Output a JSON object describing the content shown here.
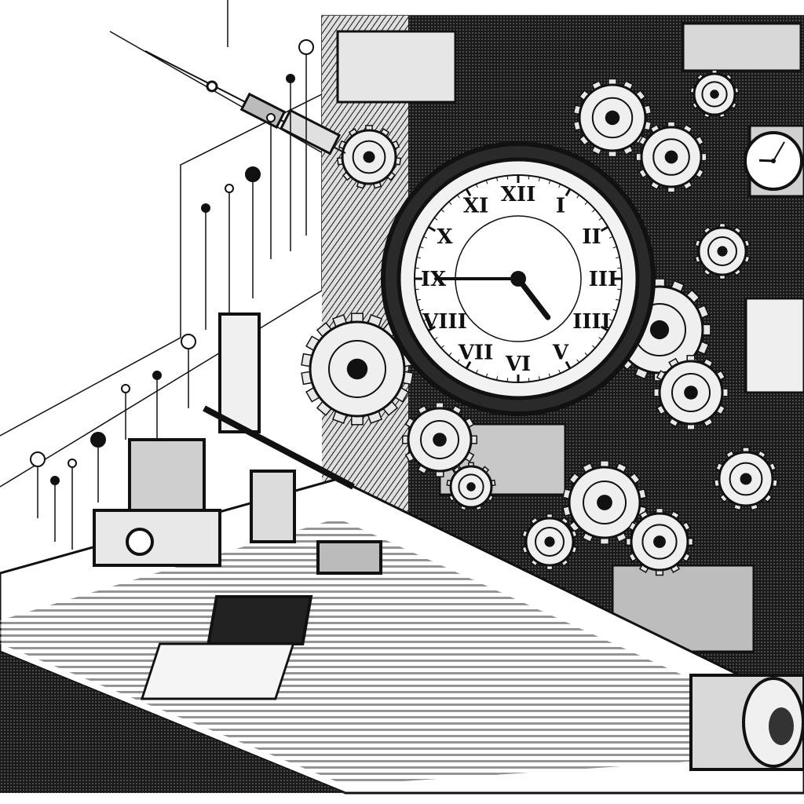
{
  "image": {
    "style": "black-and-white ink illustration",
    "subject": "isometric steampunk machine wall with a large Roman-numeral clock, gears, dials and a control desk",
    "colors": {
      "ink": "#111111",
      "paper": "#ffffff",
      "mid": "#7a7a7a",
      "light": "#d8d8d8"
    }
  },
  "clock": {
    "numerals": [
      "XII",
      "I",
      "II",
      "III",
      "IIII",
      "V",
      "VI",
      "VII",
      "VIII",
      "IX",
      "X",
      "XI"
    ],
    "hands": {
      "hour": 4,
      "minute": 45
    }
  },
  "small_gauge": {
    "hands": {
      "hour": 9,
      "minute": 5
    }
  },
  "scene_parts": [
    {
      "name": "machine-wall",
      "kind": "structure"
    },
    {
      "name": "control-desk",
      "kind": "structure"
    },
    {
      "name": "antenna-probe",
      "kind": "object"
    },
    {
      "name": "gear-cluster",
      "kind": "object"
    },
    {
      "name": "cylinder-motor",
      "kind": "object"
    },
    {
      "name": "pin-sensors",
      "kind": "object"
    }
  ]
}
